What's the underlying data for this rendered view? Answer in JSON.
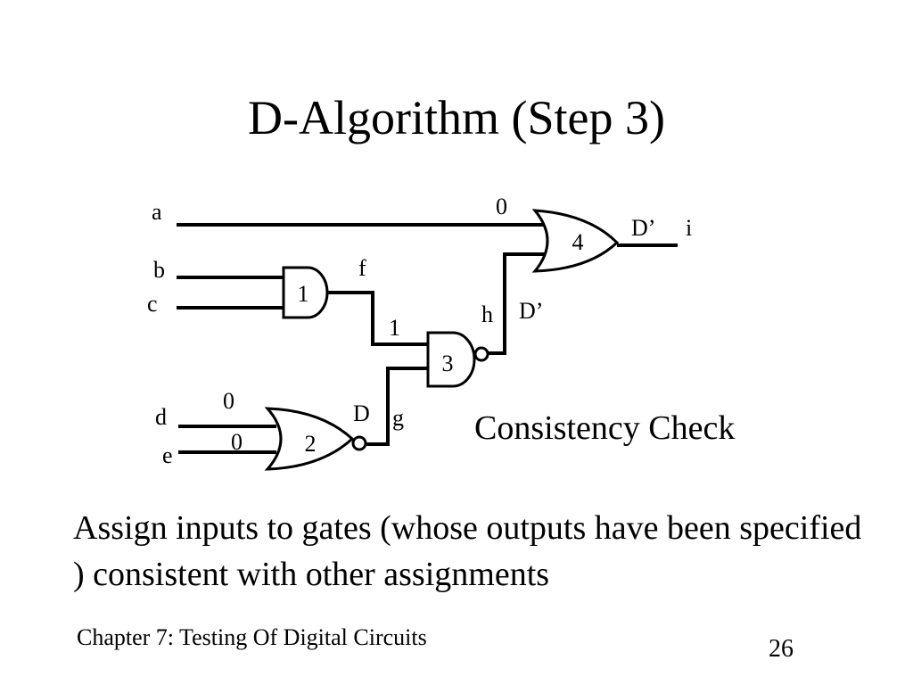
{
  "slide": {
    "title": "D-Algorithm (Step 3)",
    "consistency_label": "Consistency Check",
    "explanation": "Assign inputs to gates (whose outputs have been specified ) consistent with other assignments",
    "footer": "Chapter 7: Testing Of Digital Circuits",
    "page_number": "26"
  },
  "circuit": {
    "inputs": {
      "a": "a",
      "b": "b",
      "c": "c",
      "d": "d",
      "e": "e"
    },
    "nets": {
      "f": "f",
      "g": "g",
      "h": "h",
      "i": "i"
    },
    "gates": {
      "g1": {
        "id": "1",
        "type": "AND"
      },
      "g2": {
        "id": "2",
        "type": "NOR"
      },
      "g3": {
        "id": "3",
        "type": "NAND"
      },
      "g4": {
        "id": "4",
        "type": "OR"
      }
    },
    "values": {
      "a": "0",
      "f": "1",
      "d": "0",
      "e": "0",
      "g": "D",
      "h": "D’",
      "i": "D’"
    }
  }
}
